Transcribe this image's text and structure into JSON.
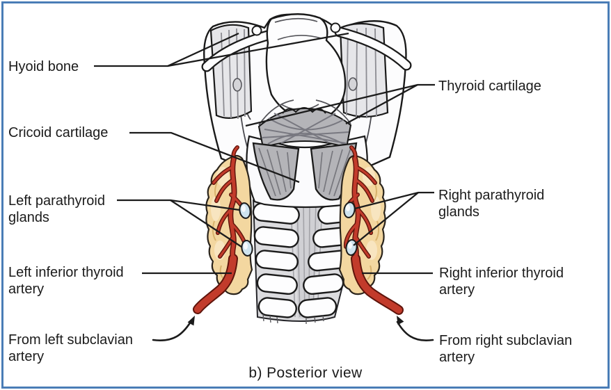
{
  "figure": {
    "caption": "b) Posterior view",
    "labels": {
      "hyoid_bone": "Hyoid bone",
      "cricoid_cartilage": "Cricoid cartilage",
      "left_parathyroid": "Left parathyroid\nglands",
      "left_inferior_thyroid": "Left inferior thyroid\nartery",
      "from_left_subclavian": "From left subclavian\nartery",
      "thyroid_cartilage": "Thyroid cartilage",
      "right_parathyroid": "Right parathyroid\nglands",
      "right_inferior_thyroid": "Right inferior thyroid\nartery",
      "from_right_subclavian": "From right subclavian\nartery"
    },
    "colors": {
      "frame_border": "#4a7db6",
      "thyroid_gland": "#f3d7a0",
      "thyroid_highlight": "#f9e8c6",
      "artery": "#c23b2b",
      "artery_outline": "#5e140b",
      "parathyroid_gland": "#cfe4ef",
      "muscle": "#b4b4b8",
      "panel": "#e6e6e9",
      "cartilage": "#fcfcfd",
      "trachea": "#dcdcdf",
      "line": "#1b1b1b"
    }
  }
}
